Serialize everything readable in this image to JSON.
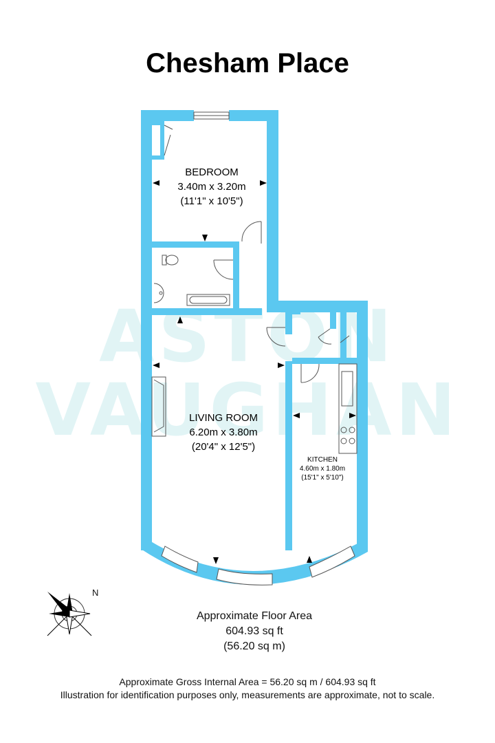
{
  "title": "Chesham Place",
  "watermark": {
    "line1": "ASTON",
    "line2": "VAUGHAN"
  },
  "rooms": [
    {
      "name": "BEDROOM",
      "metric": "3.40m x 3.20m",
      "imperial": "(11'1\" x 10'5\")"
    },
    {
      "name": "LIVING ROOM",
      "metric": "6.20m x 3.80m",
      "imperial": "(20'4\" x 12'5\")"
    },
    {
      "name": "KITCHEN",
      "metric": "4.60m x 1.80m",
      "imperial": "(15'1\" x 5'10\")"
    }
  ],
  "area": {
    "heading": "Approximate Floor Area",
    "sqft": "604.93 sq ft",
    "sqm": "(56.20 sq m)"
  },
  "compass": {
    "label": "N"
  },
  "footer": {
    "line1": "Approximate Gross Internal Area = 56.20 sq m / 604.93 sq ft",
    "line2": "Illustration for identification purposes only, measurements are approximate, not to scale."
  },
  "colors": {
    "wall": "#5bc8f0",
    "watermark": "#c9ecee"
  }
}
